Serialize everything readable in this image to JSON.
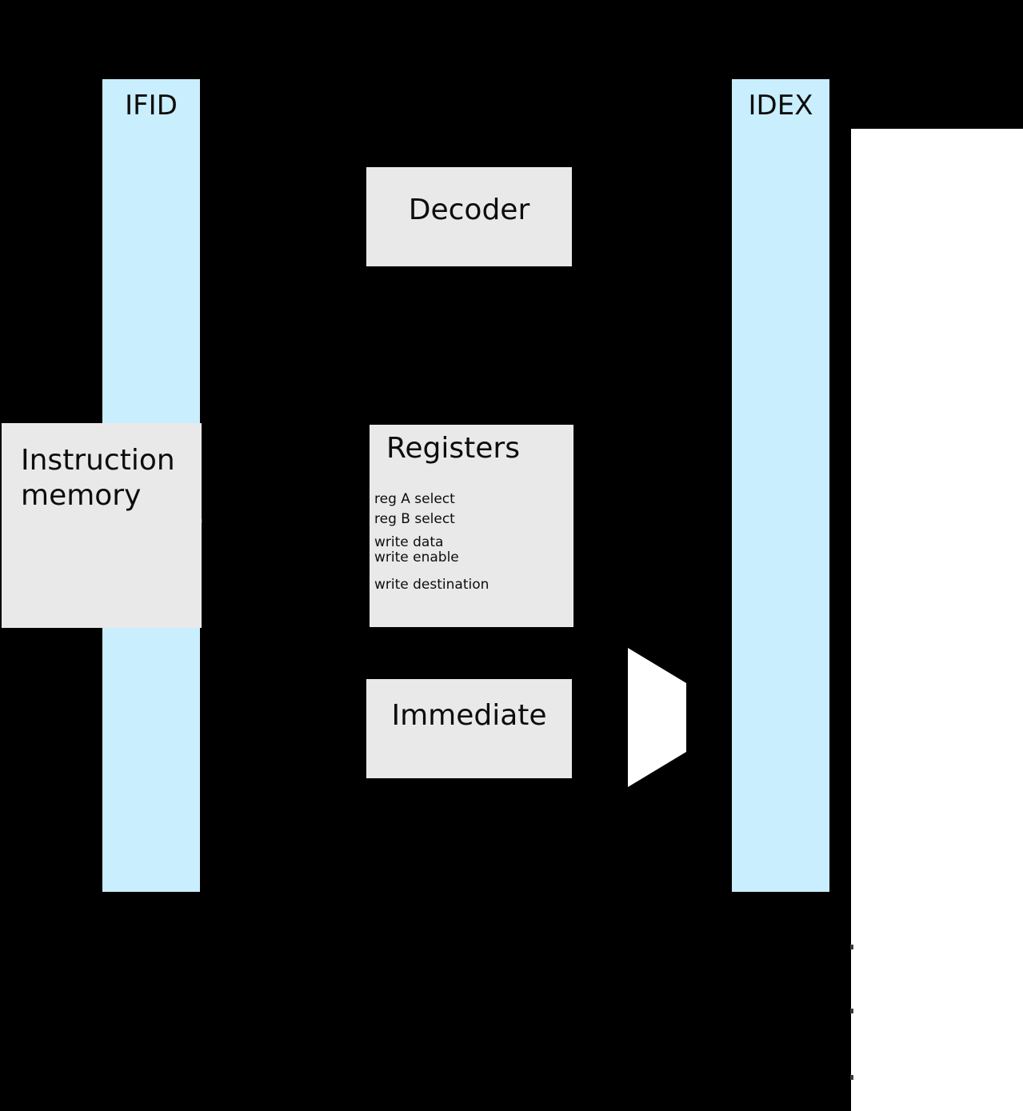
{
  "diagram": {
    "title": "CPU pipeline instruction-decode datapath",
    "background_color": "#000000",
    "pipeline_register_color": "#c9eefd",
    "block_color": "#e9e9e9",
    "mux_color": "#ffffff",
    "text_color": "#0d0d0d"
  },
  "pipeline_registers": [
    {
      "id": "ifid",
      "label": "IFID"
    },
    {
      "id": "idex",
      "label": "IDEX"
    }
  ],
  "blocks": [
    {
      "id": "instruction-memory",
      "label": "Instruction\nmemory"
    },
    {
      "id": "decoder",
      "label": "Decoder"
    },
    {
      "id": "registers",
      "label": "Registers"
    },
    {
      "id": "immediate",
      "label": "Immediate"
    }
  ],
  "register_ports": [
    {
      "label": "reg A select"
    },
    {
      "label": "reg B select"
    },
    {
      "label": "write data"
    },
    {
      "label": "write enable"
    },
    {
      "label": "write destination"
    }
  ],
  "mux": {
    "id": "operand-mux",
    "label": ""
  }
}
